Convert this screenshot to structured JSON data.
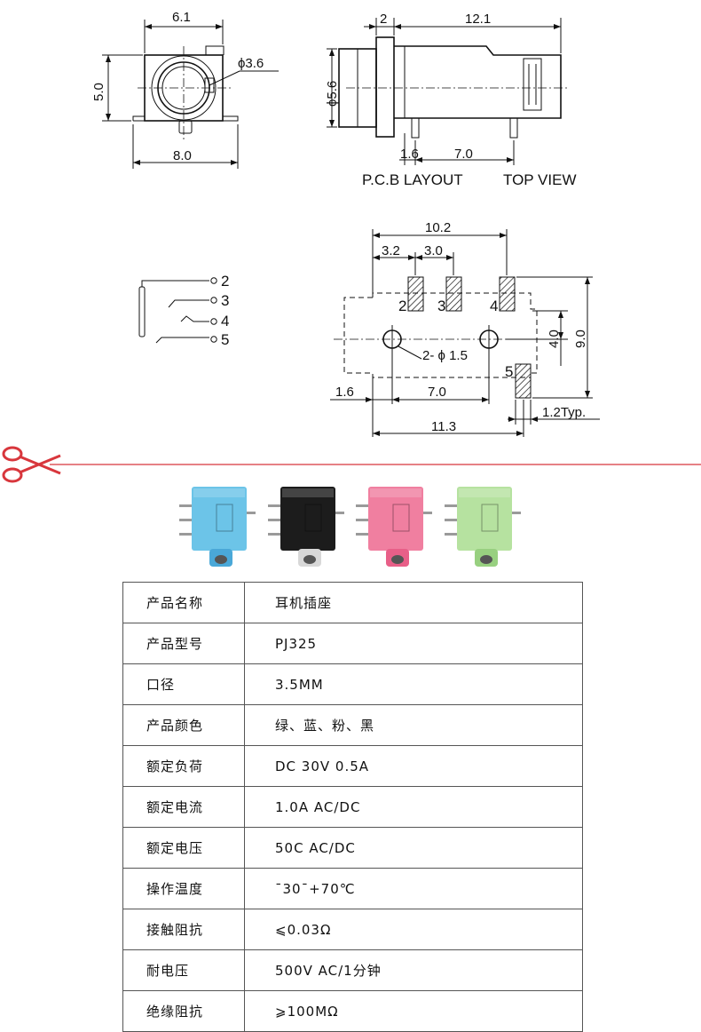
{
  "drawing": {
    "front_view": {
      "width": "6.1",
      "height": "5.0",
      "diameter": "ϕ3.6",
      "base": "8.0"
    },
    "side_view": {
      "gap": "2",
      "length": "12.1",
      "diameter": "ϕ5.6",
      "pin_offset": "1.6",
      "pin_spacing": "7.0"
    },
    "captions": {
      "pcb_layout": "P.C.B LAYOUT",
      "top_view": "TOP VIEW"
    },
    "schematic": {
      "pins": [
        "2",
        "3",
        "4",
        "5"
      ]
    },
    "pcb": {
      "total_width": "10.2",
      "spacing_a": "3.2",
      "spacing_b": "3.0",
      "pads": [
        "2",
        "3",
        "4",
        "5"
      ],
      "hole_label": "2- ϕ 1.5",
      "height_inner": "4.0",
      "height_total": "9.0",
      "left_offset": "1.6",
      "hole_spacing": "7.0",
      "bottom_width": "11.3",
      "pad_width": "1.2Typ."
    }
  },
  "products": [
    {
      "color_name": "blue",
      "body": "#6cc4e8",
      "ring": "#4aa8d8"
    },
    {
      "color_name": "black",
      "body": "#1c1c1c",
      "ring": "#d8d8d8"
    },
    {
      "color_name": "pink",
      "body": "#f07fa0",
      "ring": "#e85f88"
    },
    {
      "color_name": "green",
      "body": "#b6e2a0",
      "ring": "#98d080"
    }
  ],
  "specs": [
    {
      "key": "产品名称",
      "value": "耳机插座"
    },
    {
      "key": "产品型号",
      "value": "PJ325"
    },
    {
      "key": "口径",
      "value": "3.5MM"
    },
    {
      "key": "产品颜色",
      "value": "绿、蓝、粉、黑"
    },
    {
      "key": "额定负荷",
      "value": "DC 30V 0.5A"
    },
    {
      "key": "额定电流",
      "value": "1.0A AC/DC"
    },
    {
      "key": "额定电压",
      "value": "50C AC/DC"
    },
    {
      "key": "操作温度",
      "value": "ˉ30ˉ+70℃"
    },
    {
      "key": "接触阻抗",
      "value": "⩽0.03Ω"
    },
    {
      "key": "耐电压",
      "value": "500V AC/1分钟"
    },
    {
      "key": "绝缘阻抗",
      "value": "⩾100MΩ"
    }
  ],
  "colors": {
    "cut_line": "#d8363c",
    "scissors": "#d8363c"
  }
}
